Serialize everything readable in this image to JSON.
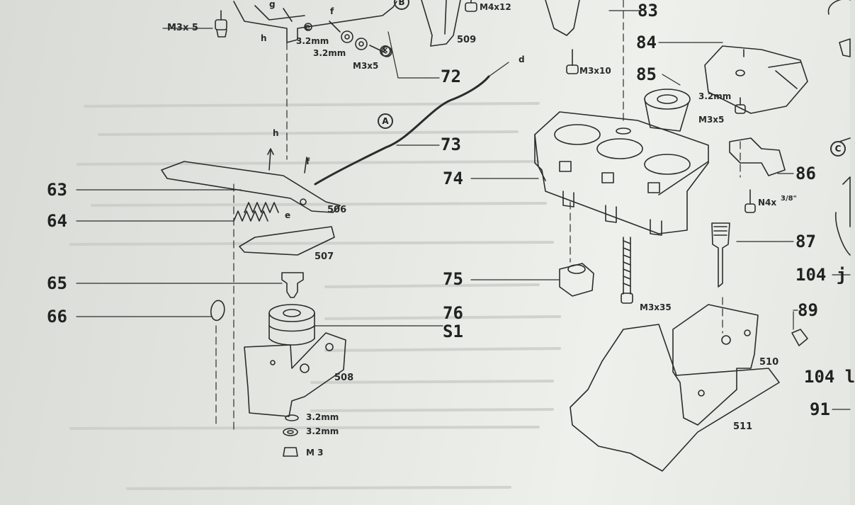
{
  "callouts": {
    "p63": "63",
    "p64": "64",
    "p65": "65",
    "p66": "66",
    "p72": "72",
    "p73": "73",
    "p74": "74",
    "p75": "75",
    "p76": "76",
    "s1": "S1",
    "p83": "83",
    "p84": "84",
    "p85": "85",
    "p86": "86",
    "p87": "87",
    "p89": "89",
    "p91": "91",
    "p104j": "104 j",
    "p104l": "104 l"
  },
  "part_numbers": {
    "n506": "506",
    "n507": "507",
    "n508": "508",
    "n509": "509",
    "n510": "510",
    "n511": "511"
  },
  "hardware": {
    "m3x5_top": "M3x 5",
    "m4x12": "M4x12",
    "washer_a": "3.2mm",
    "washer_b": "3.2mm",
    "m3x5_screw": "M3x5",
    "m3x10": "M3x10",
    "m3x35": "M3x35",
    "washer_c": "3.2mm",
    "m3x5_right": "M3x5",
    "n4": "N4x",
    "n4_fraction": "3/8\"",
    "washer_d": "3.2mm",
    "washer_e": "3.2mm",
    "nut_m3": "M 3"
  },
  "markers": {
    "a": "A",
    "b": "B",
    "c": "C",
    "k": "K",
    "d": "d",
    "e": "e",
    "e2": "e",
    "f": "f",
    "f2": "f",
    "h": "h",
    "h2": "h",
    "g": "g"
  }
}
